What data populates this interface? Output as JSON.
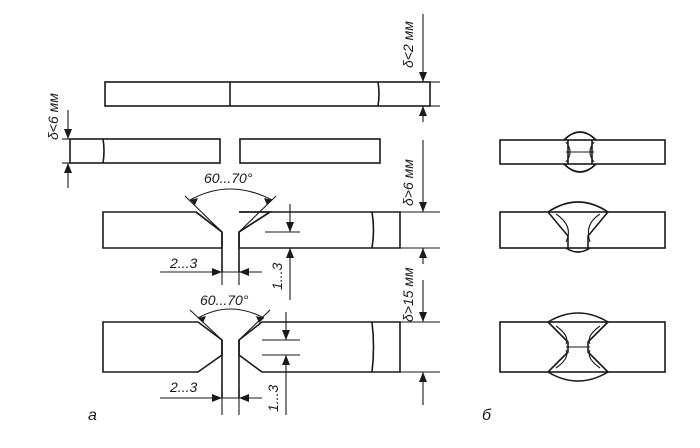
{
  "labels": {
    "thin_thickness": "δ<2 мм",
    "gap_thickness": "δ<6 мм",
    "v_thickness": "δ>6 мм",
    "x_thickness": "δ>15 мм",
    "v_angle": "60...70°",
    "x_angle": "60...70°",
    "v_gap": "2...3",
    "v_root": "1...3",
    "x_gap": "2...3",
    "x_root": "1...3",
    "panel_a": "а",
    "panel_b": "б"
  }
}
